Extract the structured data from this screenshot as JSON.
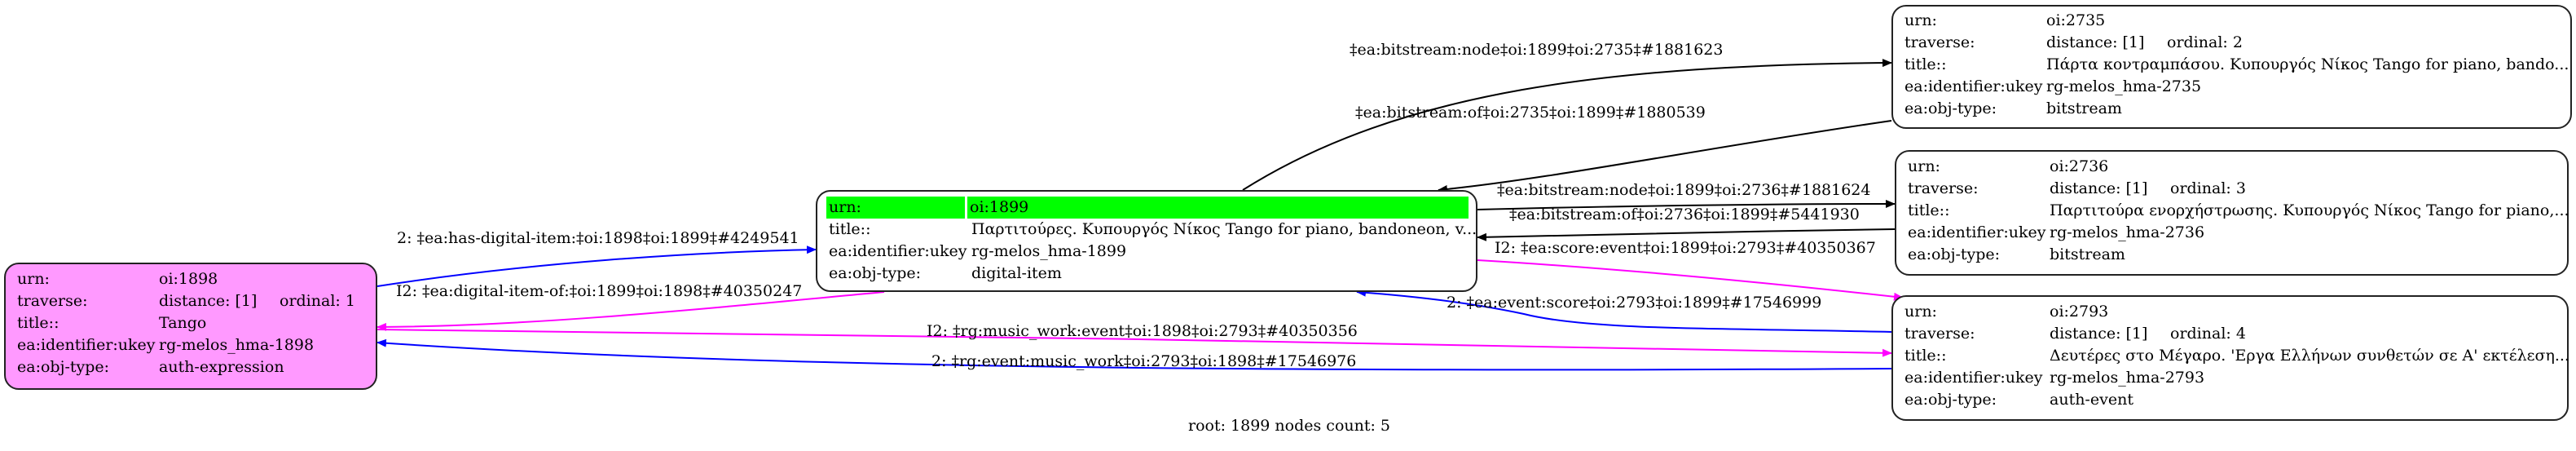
{
  "graph": {
    "footer": "root: 1899 nodes count: 5",
    "colors": {
      "pink_node": "#ff99ff",
      "root_highlight": "#00ff00",
      "edge_blue": "#0000ff",
      "edge_magenta": "#ff00ff",
      "edge_black": "#000000"
    },
    "nodes": [
      {
        "id": "n1898",
        "rows": [
          {
            "key": "urn:",
            "value": "oi:1898"
          },
          {
            "key": "traverse:",
            "value": "distance: [1]",
            "extra": "ordinal: 1"
          },
          {
            "key": "title::",
            "value": "Tango"
          },
          {
            "key": "ea:identifier:ukey",
            "value": "rg-melos_hma-1898"
          },
          {
            "key": "ea:obj-type:",
            "value": "auth-expression"
          }
        ]
      },
      {
        "id": "n1899",
        "rows": [
          {
            "key": "urn:",
            "value": "oi:1899"
          },
          {
            "key": "title::",
            "value": "Παρτιτούρες. Κυπουργός Νίκος Tango for piano, bandoneon, v..."
          },
          {
            "key": "ea:identifier:ukey",
            "value": "rg-melos_hma-1899"
          },
          {
            "key": "ea:obj-type:",
            "value": "digital-item"
          }
        ]
      },
      {
        "id": "n2735",
        "rows": [
          {
            "key": "urn:",
            "value": "oi:2735"
          },
          {
            "key": "traverse:",
            "value": "distance: [1]",
            "extra": "ordinal: 2"
          },
          {
            "key": "title::",
            "value": "Πάρτα κοντραμπάσου. Κυπουργός Νίκος Tango for piano, bando..."
          },
          {
            "key": "ea:identifier:ukey",
            "value": "rg-melos_hma-2735"
          },
          {
            "key": "ea:obj-type:",
            "value": "bitstream"
          }
        ]
      },
      {
        "id": "n2736",
        "rows": [
          {
            "key": "urn:",
            "value": "oi:2736"
          },
          {
            "key": "traverse:",
            "value": "distance: [1]",
            "extra": "ordinal: 3"
          },
          {
            "key": "title::",
            "value": "Παρτιτούρα ενορχήστρωσης. Κυπουργός Νίκος Tango for piano,..."
          },
          {
            "key": "ea:identifier:ukey",
            "value": "rg-melos_hma-2736"
          },
          {
            "key": "ea:obj-type:",
            "value": "bitstream"
          }
        ]
      },
      {
        "id": "n2793",
        "rows": [
          {
            "key": "urn:",
            "value": "oi:2793"
          },
          {
            "key": "traverse:",
            "value": "distance: [1]",
            "extra": "ordinal: 4"
          },
          {
            "key": "title::",
            "value": "Δευτέρες στο Μέγαρο. 'Εργα Ελλήνων συνθετών σε Α' εκτέλεση..."
          },
          {
            "key": "ea:identifier:ukey",
            "value": "rg-melos_hma-2793"
          },
          {
            "key": "ea:obj-type:",
            "value": "auth-event"
          }
        ]
      }
    ],
    "edges": [
      {
        "label": "‡ea:bitstream:node‡oi:1899‡oi:2735‡#1881623",
        "color": "black"
      },
      {
        "label": "‡ea:bitstream:of‡oi:2735‡oi:1899‡#1880539",
        "color": "black"
      },
      {
        "label": "‡ea:bitstream:node‡oi:1899‡oi:2736‡#1881624",
        "color": "black"
      },
      {
        "label": "‡ea:bitstream:of‡oi:2736‡oi:1899‡#5441930",
        "color": "black"
      },
      {
        "label": "I2: ‡ea:score:event‡oi:1899‡oi:2793‡#40350367",
        "color": "magenta"
      },
      {
        "label": "2: ‡ea:event:score‡oi:2793‡oi:1899‡#17546999",
        "color": "blue"
      },
      {
        "label": "2: ‡ea:has-digital-item:‡oi:1898‡oi:1899‡#4249541",
        "color": "blue"
      },
      {
        "label": "I2: ‡ea:digital-item-of:‡oi:1899‡oi:1898‡#40350247",
        "color": "magenta"
      },
      {
        "label": "I2: ‡rg:music_work:event‡oi:1898‡oi:2793‡#40350356",
        "color": "magenta"
      },
      {
        "label": "2: ‡rg:event:music_work‡oi:2793‡oi:1898‡#17546976",
        "color": "blue"
      }
    ]
  }
}
